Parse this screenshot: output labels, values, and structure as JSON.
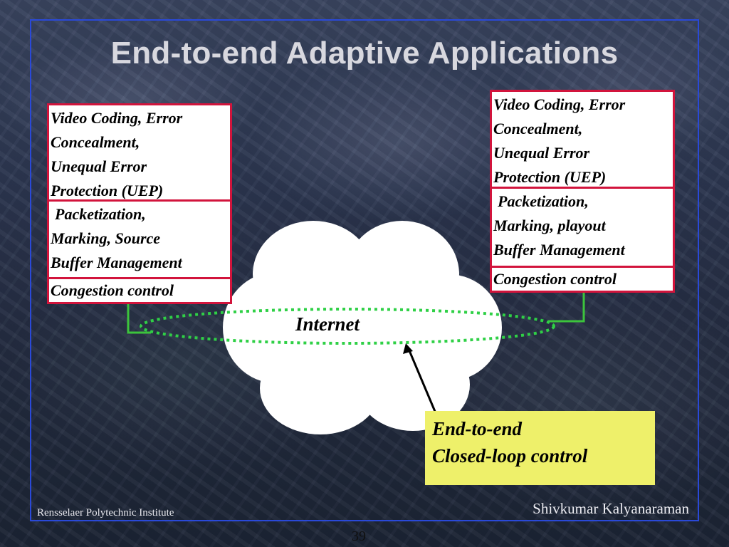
{
  "slide": {
    "title": "End-to-end Adaptive Applications",
    "footer_left": "Rensselaer Polytechnic Institute",
    "footer_right": "Shivkumar Kalyanaraman",
    "page_number": "39"
  },
  "left_stack": {
    "top_lines": [
      "Video Coding, Error",
      "Concealment,",
      "Unequal Error",
      "Protection (UEP)"
    ],
    "middle_lines": [
      "Packetization,",
      "Marking, Source",
      "Buffer Management"
    ],
    "bottom_lines": [
      "Congestion control"
    ]
  },
  "right_stack": {
    "top_lines": [
      "Video Coding, Error",
      "Concealment,",
      "Unequal Error",
      "Protection (UEP)"
    ],
    "middle_lines": [
      "Packetization,",
      "Marking, playout",
      "Buffer Management"
    ],
    "bottom_lines": [
      "Congestion control"
    ]
  },
  "cloud": {
    "label": "Internet"
  },
  "note": {
    "lines": [
      "End-to-end",
      "Closed-loop control"
    ]
  },
  "colors": {
    "box_border": "#d2143c",
    "frame": "#2a49d8",
    "connector": "#3cc43c",
    "loop": "#2fd046",
    "note_bg": "#eef06a"
  }
}
